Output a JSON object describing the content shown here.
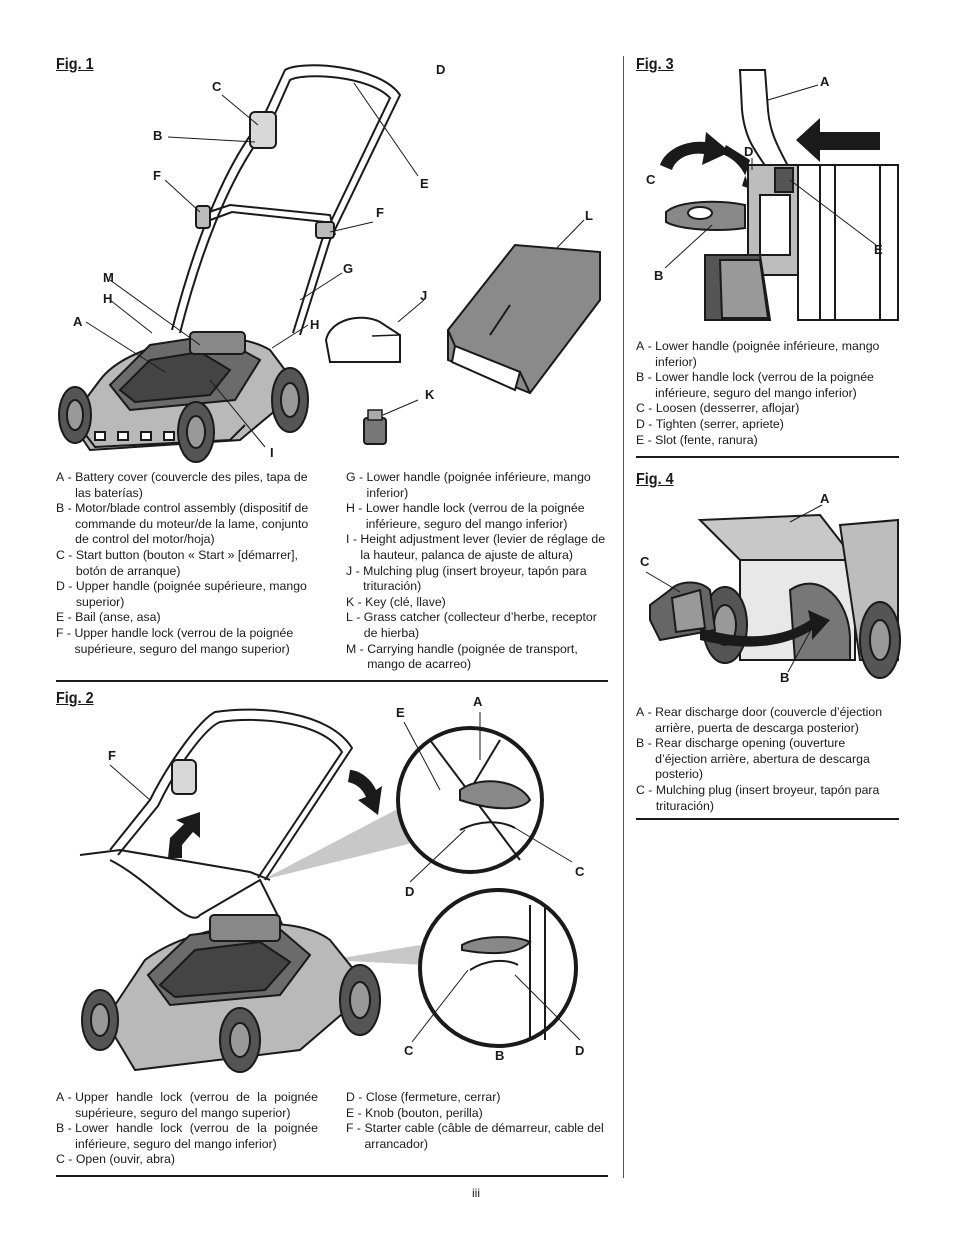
{
  "page_number": "iii",
  "fig1": {
    "title": "Fig. 1",
    "callouts": [
      "C",
      "D",
      "B",
      "F",
      "E",
      "F",
      "L",
      "M",
      "G",
      "H",
      "J",
      "A",
      "H",
      "K",
      "I"
    ],
    "legend_left": [
      {
        "key": "A",
        "text": "Battery cover (couvercle des piles, tapa de las baterías)"
      },
      {
        "key": "B",
        "text": "Motor/blade control assembly (dispositif de commande du moteur/de la lame, conjunto de control del motor/hoja)"
      },
      {
        "key": "C",
        "text": "Start button (bouton « Start » [démarrer], botón de arranque)"
      },
      {
        "key": "D",
        "text": "Upper handle (poignée supérieure, mango superior)"
      },
      {
        "key": "E",
        "text": "Bail (anse, asa)"
      },
      {
        "key": "F",
        "text": "Upper handle lock (verrou de la poignée supérieure, seguro del mango superior)"
      }
    ],
    "legend_right": [
      {
        "key": "G",
        "text": "Lower handle (poignée inférieure, mango inferior)"
      },
      {
        "key": "H",
        "text": "Lower handle lock (verrou de la poignée inférieure, seguro del mango inferior)"
      },
      {
        "key": "I",
        "text": "Height adjustment lever (levier de réglage de la hauteur, palanca de ajuste de altura)"
      },
      {
        "key": "J",
        "text": "Mulching plug (insert broyeur, tapón para trituración)"
      },
      {
        "key": "K",
        "text": "Key (clé, llave)"
      },
      {
        "key": "L",
        "text": "Grass catcher (collecteur d’herbe, receptor de hierba)"
      },
      {
        "key": "M",
        "text": "Carrying handle (poignée de transport, mango de acarreo)"
      }
    ]
  },
  "fig2": {
    "title": "Fig. 2",
    "callouts": [
      "E",
      "A",
      "F",
      "C",
      "D",
      "C",
      "B",
      "D"
    ],
    "legend_left": [
      {
        "key": "A",
        "text": "Upper handle lock (verrou de la poignée supérieure, seguro del mango superior)"
      },
      {
        "key": "B",
        "text": "Lower handle lock (verrou de la poignée inférieure, seguro del mango inferior)"
      },
      {
        "key": "C",
        "text": "Open (ouvir, abra)"
      }
    ],
    "legend_right": [
      {
        "key": "D",
        "text": "Close (fermeture, cerrar)"
      },
      {
        "key": "E",
        "text": "Knob (bouton, perilla)"
      },
      {
        "key": "F",
        "text": "Starter cable (câble de démarreur, cable del arrancador)"
      }
    ]
  },
  "fig3": {
    "title": "Fig. 3",
    "callouts": [
      "A",
      "D",
      "C",
      "E",
      "B"
    ],
    "legend": [
      {
        "key": "A",
        "text": "Lower handle (poignée inférieure, mango inferior)"
      },
      {
        "key": "B",
        "text": "Lower handle lock (verrou de la poignée inférieure, seguro del mango inferior)"
      },
      {
        "key": "C",
        "text": "Loosen (desserrer, aflojar)"
      },
      {
        "key": "D",
        "text": "Tighten (serrer, apriete)"
      },
      {
        "key": "E",
        "text": "Slot (fente, ranura)"
      }
    ]
  },
  "fig4": {
    "title": "Fig. 4",
    "callouts": [
      "A",
      "C",
      "B"
    ],
    "legend": [
      {
        "key": "A",
        "text": "Rear discharge door (couvercle d’éjection arrière, puerta de descarga posterior)"
      },
      {
        "key": "B",
        "text": "Rear discharge opening (ouverture d’éjection arrière, abertura de descarga posterio)"
      },
      {
        "key": "C",
        "text": "Mulching plug (insert broyeur, tapón para trituración)"
      }
    ]
  }
}
